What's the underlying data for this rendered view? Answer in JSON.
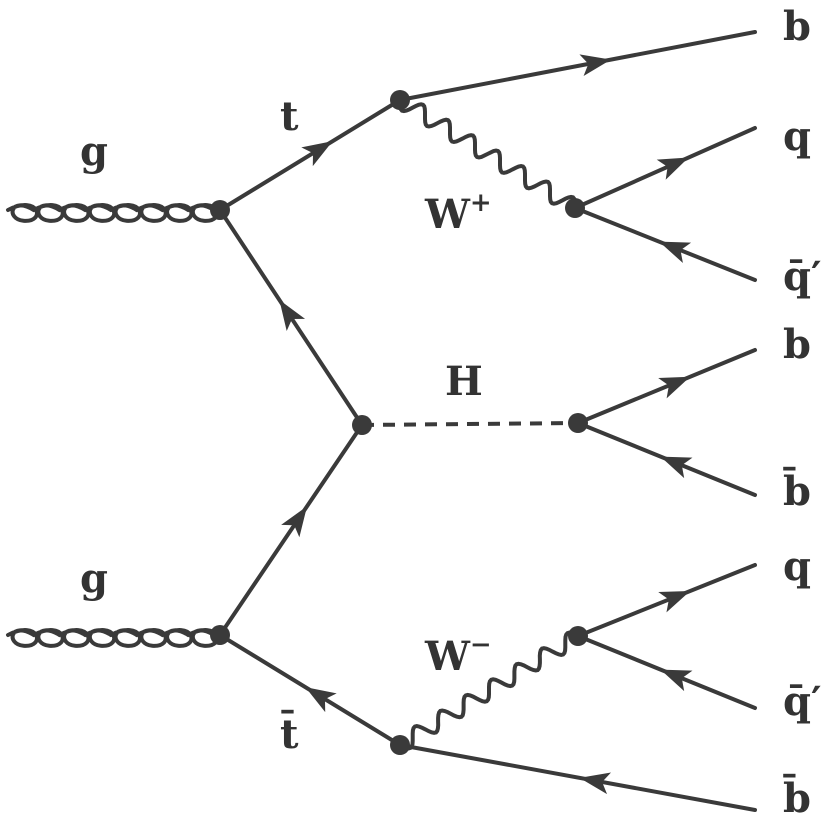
{
  "diagram": {
    "labels": {
      "g_top": "g",
      "g_bottom": "g",
      "t": "t",
      "tbar": "t̄",
      "higgs": "H",
      "w_plus": "W",
      "w_plus_sup": "+",
      "w_minus": "W",
      "w_minus_sup": "−",
      "b_top": "b",
      "q_top": "q",
      "qbar_top": "q̄′",
      "b_higgs": "b",
      "bbar_higgs": "b̄",
      "q_bottom": "q",
      "qbar_bottom": "q̄′",
      "bbar_bottom": "b̄"
    },
    "colors": {
      "line": "#3a3a3a",
      "text": "#333333",
      "background": "#ffffff"
    }
  }
}
